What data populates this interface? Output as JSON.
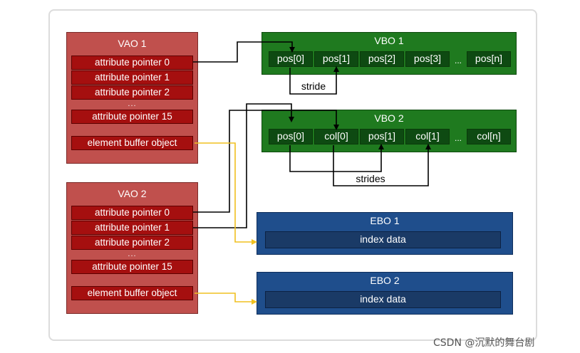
{
  "vao1": {
    "title": "VAO 1",
    "attributes": [
      "attribute pointer 0",
      "attribute pointer 1",
      "attribute pointer 2"
    ],
    "ellipsis": "...",
    "last_attribute": "attribute pointer 15",
    "element_buffer": "element buffer object"
  },
  "vao2": {
    "title": "VAO 2",
    "attributes": [
      "attribute pointer 0",
      "attribute pointer 1",
      "attribute pointer 2"
    ],
    "ellipsis": "...",
    "last_attribute": "attribute pointer 15",
    "element_buffer": "element buffer object"
  },
  "vbo1": {
    "title": "VBO 1",
    "cells": [
      "pos[0]",
      "pos[1]",
      "pos[2]",
      "pos[3]"
    ],
    "ellipsis": "...",
    "last_cell": "pos[n]",
    "stride_label": "stride"
  },
  "vbo2": {
    "title": "VBO 2",
    "cells": [
      "pos[0]",
      "col[0]",
      "pos[1]",
      "col[1]"
    ],
    "ellipsis": "...",
    "last_cell": "col[n]",
    "stride_label": "strides"
  },
  "ebo1": {
    "title": "EBO 1",
    "content": "index data"
  },
  "ebo2": {
    "title": "EBO 2",
    "content": "index data"
  },
  "watermark": "CSDN @沉默的舞台剧",
  "colors": {
    "vao_bg": "#c0504d",
    "attr_bg": "#a50f0f",
    "vbo_bg": "#1f7a1f",
    "cell_bg": "#0e4a12",
    "ebo_bg": "#1f4e8c",
    "index_bg": "#1a3a66",
    "pointer_line": "#000000",
    "ebo_line": "#f0c020"
  }
}
